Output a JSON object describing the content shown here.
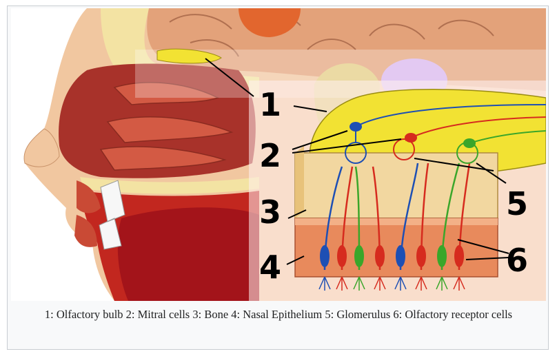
{
  "figure": {
    "labels": [
      "1",
      "2",
      "3",
      "4",
      "5",
      "6"
    ],
    "colors": {
      "skin": "#f1c7a0",
      "flesh": "#c94a35",
      "cavity": "#a8322a",
      "bone": "#f3e3a3",
      "bulb": "#f2e233",
      "brain": "#e3a27a",
      "mitral_blue": "#1d4fb4",
      "mitral_red": "#d62b1e",
      "mitral_green": "#3aa62a",
      "epithelium": "#e88a5c"
    }
  },
  "caption": {
    "text": "1: Olfactory bulb 2: Mitral cells 3: Bone 4: Nasal Epithelium 5: Glomerulus 6: Olfactory receptor cells"
  }
}
